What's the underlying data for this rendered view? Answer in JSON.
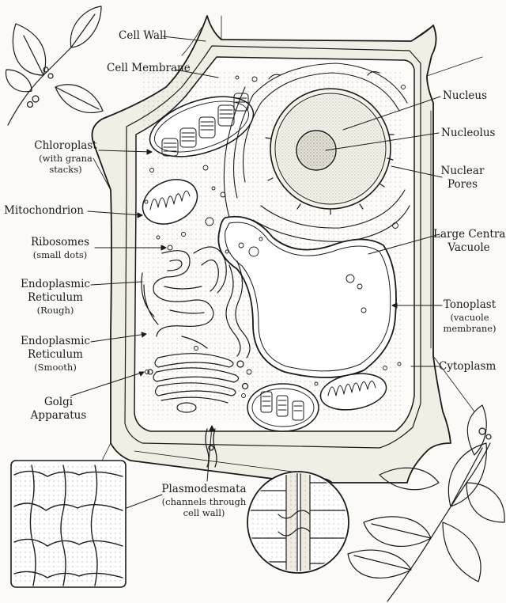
{
  "labels": {
    "cell_wall": "Cell Wall",
    "cell_membrane": "Cell Membrane",
    "chloroplast": "Chloroplast",
    "chloroplast_sub1": "(with grana",
    "chloroplast_sub2": "stacks)",
    "mitochondrion": "Mitochondrion",
    "ribosomes": "Ribosomes",
    "ribosomes_sub": "(small dots)",
    "er_rough_1": "Endoplasmic",
    "er_rough_2": "Reticulum",
    "er_rough_sub": "(Rough)",
    "er_smooth_1": "Endoplasmic",
    "er_smooth_2": "Reticulum",
    "er_smooth_sub": "(Smooth)",
    "golgi_1": "Golgi",
    "golgi_2": "Apparatus",
    "nucleus": "Nucleus",
    "nucleolus": "Nucleolus",
    "nuclear_pores_1": "Nuclear",
    "nuclear_pores_2": "Pores",
    "vacuole_1": "Large Central",
    "vacuole_2": "Vacuole",
    "tonoplast": "Tonoplast",
    "tonoplast_sub1": "(vacuole",
    "tonoplast_sub2": "membrane)",
    "cytoplasm": "Cytoplasm",
    "plasmodesmata": "Plasmodesmata",
    "plasmodesmata_sub1": "(channels through",
    "plasmodesmata_sub2": "cell wall)"
  },
  "colors": {
    "ink": "#1a1a1a",
    "paper": "#fbfaf7"
  }
}
